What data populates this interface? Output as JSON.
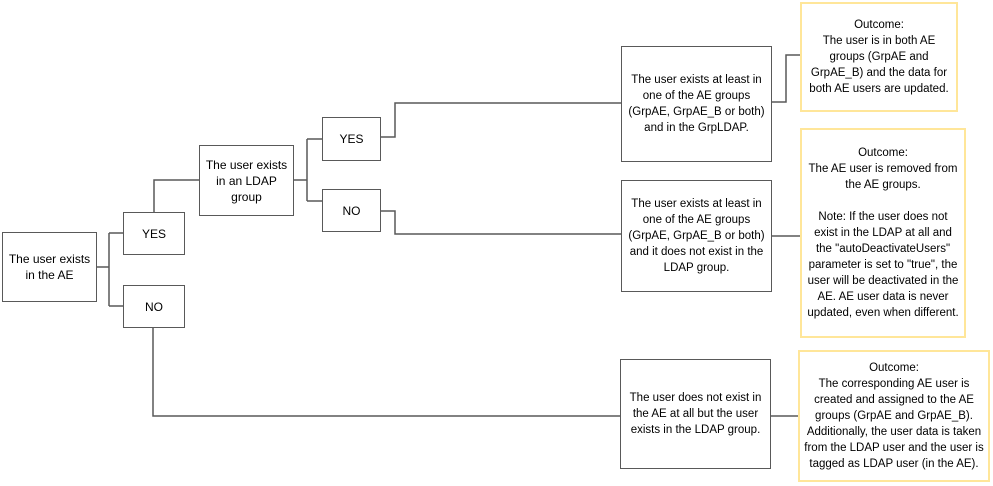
{
  "diagram": {
    "type": "flowchart-decision-tree",
    "colors": {
      "background": "#ffffff",
      "decision_box_border": "#595959",
      "outcome_box_border": "#ffe699",
      "connector_line": "#595959",
      "text": "#000000"
    },
    "nodes": {
      "root": {
        "label": "The user exists in the AE"
      },
      "yes1": {
        "label": "YES"
      },
      "no1": {
        "label": "NO"
      },
      "ldap": {
        "label": "The user exists in an LDAP group"
      },
      "yes2": {
        "label": "YES"
      },
      "no2": {
        "label": "NO"
      },
      "case_in_groups_and_ldap": {
        "label": "The user exists at least in one of the AE groups (GrpAE, GrpAE_B or both) and in the GrpLDAP."
      },
      "case_in_groups_not_ldap": {
        "label": "The user exists at least in one of the AE groups (GrpAE, GrpAE_B or both) and it does not exist in the LDAP group."
      },
      "case_not_in_ae": {
        "label": "The user does not exist in the AE at all but the user exists in the LDAP group."
      },
      "outcome_update": {
        "label": "Outcome:\nThe user is in both AE groups (GrpAE and GrpAE_B) and the data for both AE users are updated."
      },
      "outcome_remove": {
        "label": "Outcome:\nThe AE user is removed from the AE groups.\n\nNote: If the user does not exist in the LDAP at all and the \"autoDeactivateUsers\" parameter is set to \"true\", the user will be deactivated in the AE. AE user data is never updated, even when different."
      },
      "outcome_create": {
        "label": "Outcome:\nThe corresponding AE user is created and assigned to the AE groups (GrpAE and GrpAE_B). Additionally, the user data is taken from the LDAP user and the user is tagged as LDAP user (in the AE)."
      }
    },
    "edges": [
      {
        "from": "root",
        "to": "yes1/no1"
      },
      {
        "from": "yes1",
        "to": "ldap"
      },
      {
        "from": "ldap",
        "to": "yes2/no2"
      },
      {
        "from": "yes2",
        "to": "case_in_groups_and_ldap"
      },
      {
        "from": "no2",
        "to": "case_in_groups_not_ldap"
      },
      {
        "from": "no1",
        "to": "case_not_in_ae"
      },
      {
        "from": "case_in_groups_and_ldap",
        "to": "outcome_update"
      },
      {
        "from": "case_in_groups_not_ldap",
        "to": "outcome_remove"
      },
      {
        "from": "case_not_in_ae",
        "to": "outcome_create"
      }
    ]
  }
}
